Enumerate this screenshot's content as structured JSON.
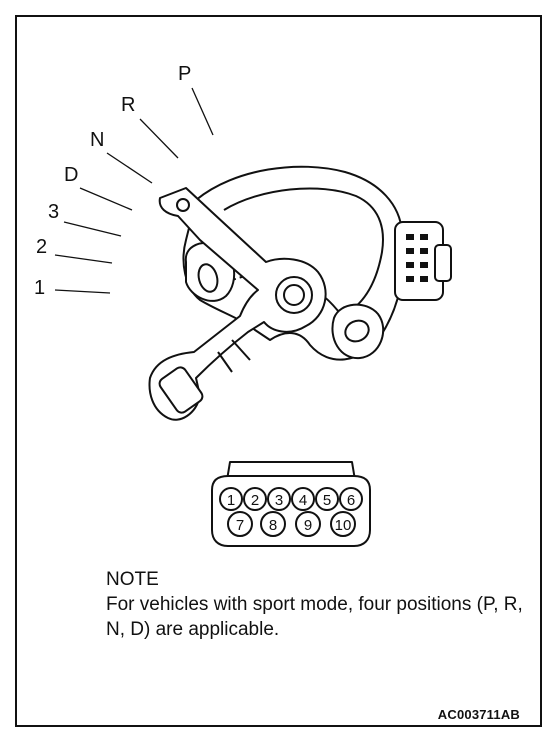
{
  "positions": {
    "p": "P",
    "r": "R",
    "n": "N",
    "d": "D",
    "three": "3",
    "two": "2",
    "one": "1"
  },
  "connector_pins": {
    "top_row": [
      "1",
      "2",
      "3",
      "4",
      "5",
      "6"
    ],
    "bottom_row": [
      "7",
      "8",
      "9",
      "10"
    ]
  },
  "note": {
    "title": "NOTE",
    "body": "For vehicles with sport mode, four positions (P, R, N, D) are applicable."
  },
  "figure_code": "AC003711AB"
}
